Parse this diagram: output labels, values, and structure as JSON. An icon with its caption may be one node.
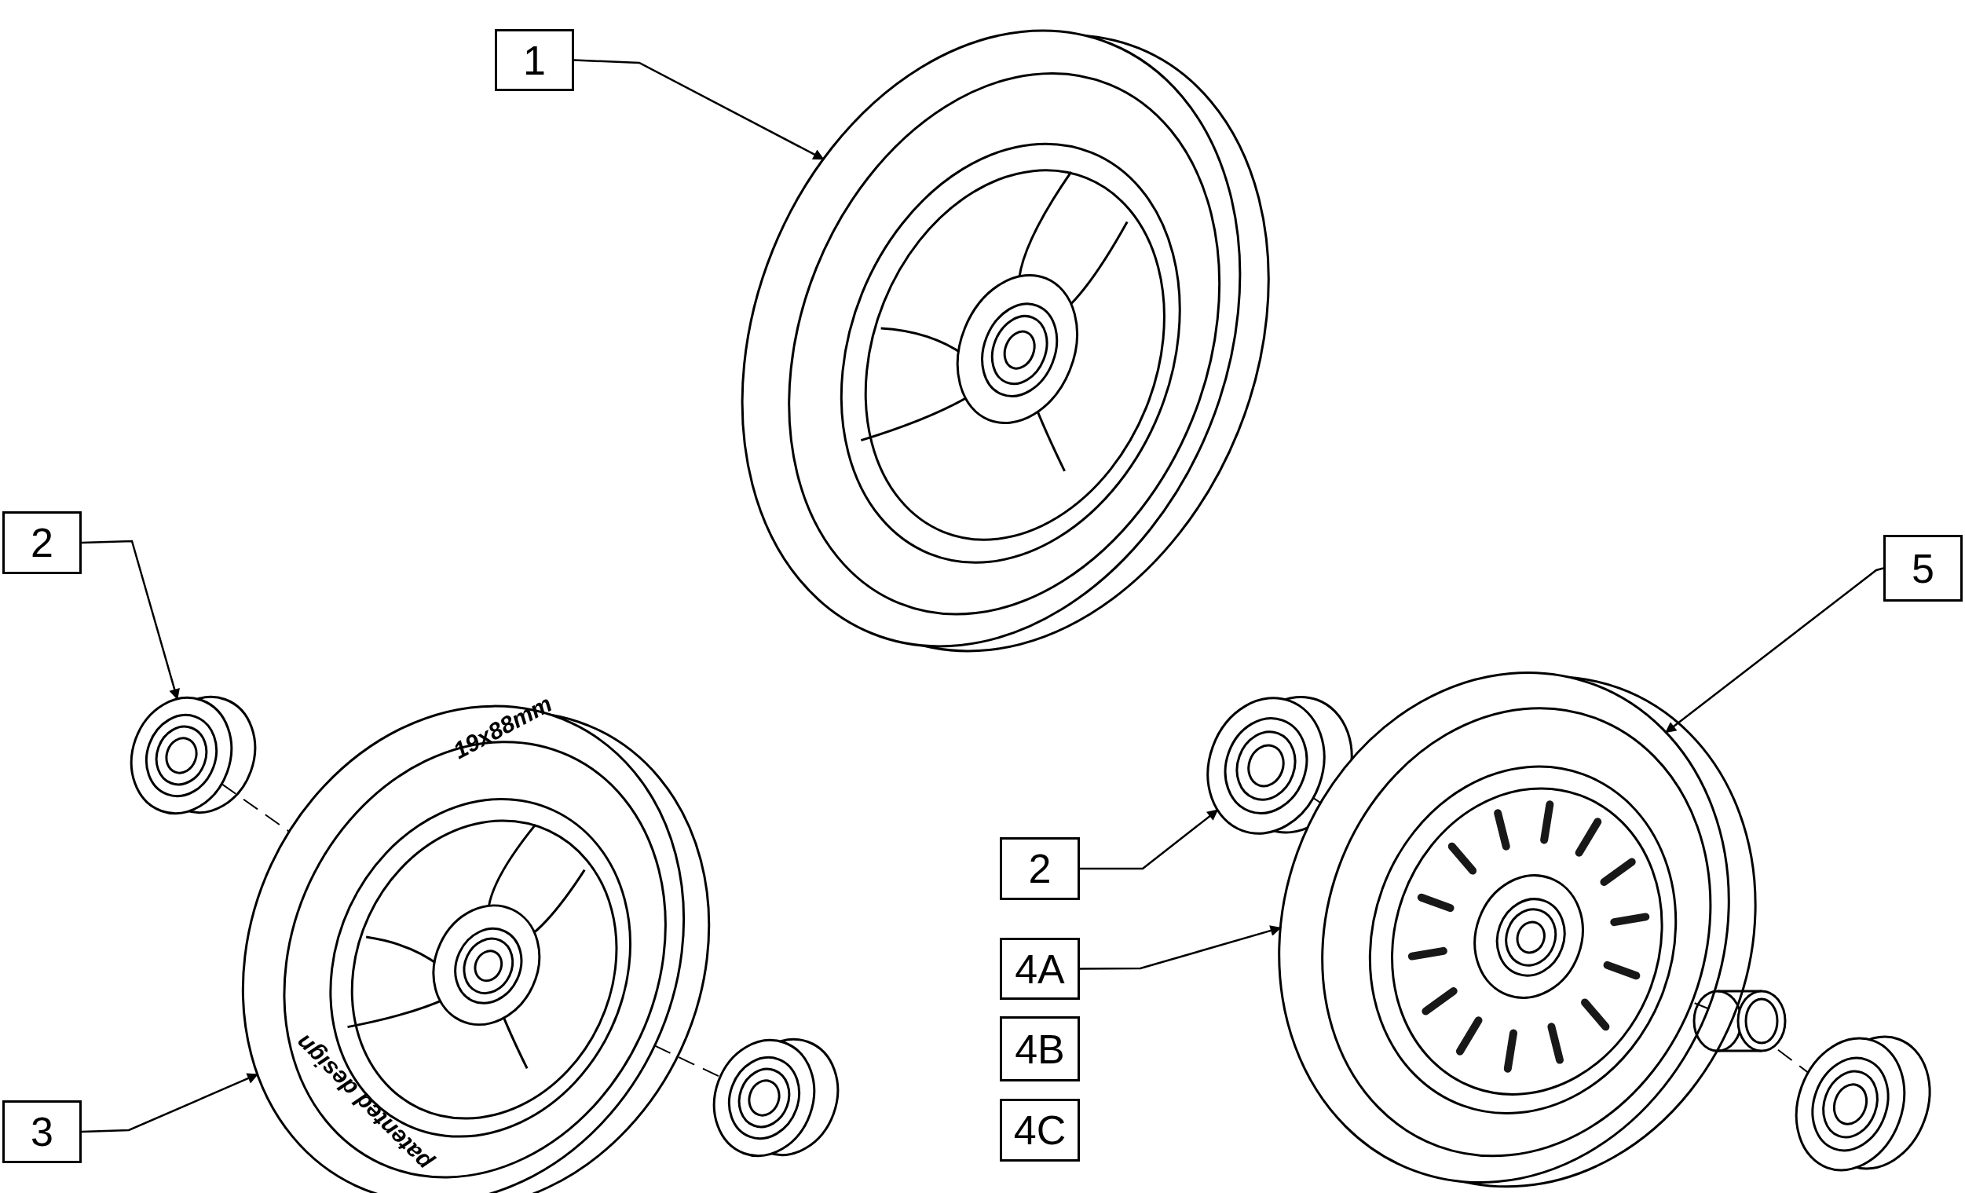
{
  "diagram": {
    "nodes": [
      {
        "text": [
          "1"
        ]
      },
      {
        "text": [
          "2"
        ]
      },
      {
        "text": [
          "3"
        ]
      },
      {
        "text": [
          "2"
        ]
      },
      {
        "text": [
          "4A"
        ]
      },
      {
        "text": [
          "4B"
        ]
      },
      {
        "text": [
          "4C"
        ]
      },
      {
        "text": [
          "5"
        ]
      },
      {
        "text": [],
        "shape": "picture"
      },
      {
        "text": [],
        "shape": "picture"
      },
      {
        "text": [],
        "shape": "picture"
      },
      {
        "text": [],
        "shape": "picture"
      },
      {
        "text": [],
        "shape": "picture"
      },
      {
        "text": [],
        "shape": "picture"
      },
      {
        "text": [],
        "shape": "picture"
      },
      {
        "text": [],
        "shape": "picture"
      }
    ],
    "edges": [
      {
        "from": 0,
        "to": 8,
        "arrow": "to"
      },
      {
        "from": 1,
        "to": 9,
        "arrow": "to"
      },
      {
        "from": 2,
        "to": 10,
        "arrow": "to"
      },
      {
        "from": 3,
        "to": 11,
        "arrow": "to"
      },
      {
        "from": 4,
        "to": 12,
        "arrow": "to"
      },
      {
        "from": 7,
        "to": 12,
        "arrow": "to"
      },
      {
        "from": 9,
        "to": 10,
        "arrow": "none",
        "style": "dashed"
      },
      {
        "from": 10,
        "to": 13,
        "arrow": "none",
        "style": "dashed"
      },
      {
        "from": 11,
        "to": 12,
        "arrow": "none",
        "style": "dashed"
      },
      {
        "from": 12,
        "to": 14,
        "arrow": "none",
        "style": "dashed"
      },
      {
        "from": 14,
        "to": 15,
        "arrow": "none",
        "style": "dashed"
      }
    ],
    "labels": [
      "19x88mm",
      "patented design"
    ]
  }
}
